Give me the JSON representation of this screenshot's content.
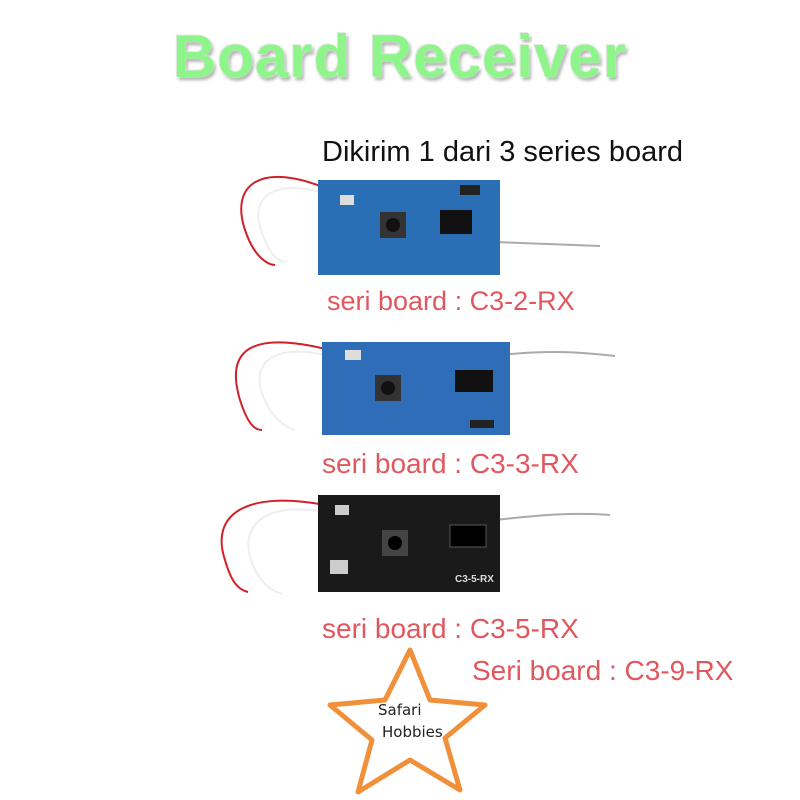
{
  "title": "Board Receiver",
  "subtitle": "Dikirim 1 dari 3 series board",
  "boards": [
    {
      "label": "seri board : C3-2-RX",
      "color": "#2a6fb5"
    },
    {
      "label": "seri board : C3-3-RX",
      "color": "#2f6db8"
    },
    {
      "label": "seri board : C3-5-RX",
      "color": "#1a1a1a",
      "silkscreen": "C3-5-RX"
    }
  ],
  "extra_label": "Seri board : C3-9-RX",
  "logo": {
    "line1": "Safari",
    "line2": "Hobbies",
    "star_color": "#f0903a"
  },
  "colors": {
    "title": "#8ef58a",
    "label": "#e0585e"
  }
}
